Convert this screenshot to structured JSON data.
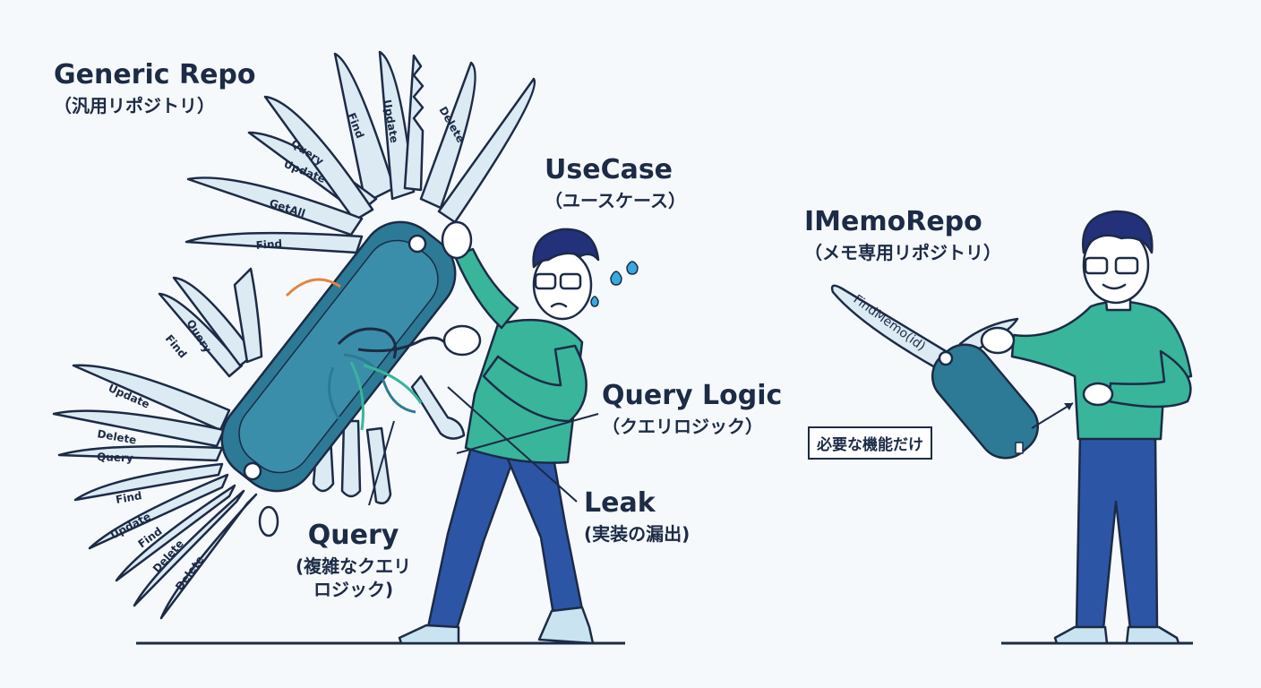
{
  "generic_repo": {
    "title": "Generic Repo",
    "subtitle": "（汎用リポジトリ）"
  },
  "usecase": {
    "title": "UseCase",
    "subtitle": "（ユースケース）"
  },
  "memo_repo": {
    "title": "IMemoRepo",
    "subtitle": "（メモ専用リポジトリ）"
  },
  "query_logic": {
    "title": "Query Logic",
    "subtitle": "（クエリロジック）"
  },
  "leak": {
    "title": "Leak",
    "subtitle": "(実装の漏出)"
  },
  "query": {
    "title": "Query",
    "subtitle_1": "(複雑なクエリ",
    "subtitle_2": "ロジック)"
  },
  "callout": {
    "text": "必要な機能だけ"
  },
  "memo_knife": {
    "blade_label": "FindMemo(id)"
  },
  "blades": {
    "b1": "Find",
    "b2": "Update",
    "b3": "Delete",
    "b4": "Query",
    "b5": "Update",
    "b6": "GetAll",
    "b7": "Find",
    "b8": "Find",
    "b9": "Query",
    "b10": "Update",
    "b11": "Delete",
    "b12": "Query",
    "b13": "Find",
    "b14": "Update",
    "b15": "Find",
    "b16": "Delete",
    "b17": "Delete"
  },
  "colors": {
    "ink": "#1c2b46",
    "blade": "#dbeaf3",
    "handle": "#2c7a96",
    "shirt": "#38b59b",
    "pants": "#2d55a5",
    "hair": "#22317a",
    "skin": "#ffffff",
    "sweat": "#36a9e0"
  }
}
